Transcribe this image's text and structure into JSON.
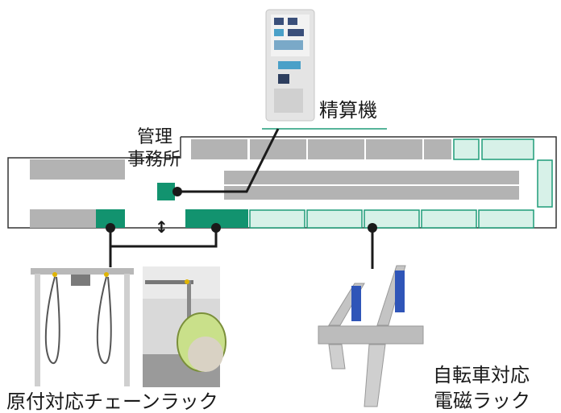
{
  "labels": {
    "office_line1": "管理",
    "office_line2": "事務所",
    "payment_machine": "精算機",
    "chain_rack": "原付対応チェーンラック",
    "magnet_rack_line1": "自転車対応",
    "magnet_rack_line2": "電磁ラック",
    "entrance_arrow": "↕"
  },
  "colors": {
    "gray_slot": "#b3b3b3",
    "light_green_slot": "#d7f1e8",
    "green_border": "#1f9c78",
    "dark_green": "#12936f",
    "outline": "#333333"
  }
}
